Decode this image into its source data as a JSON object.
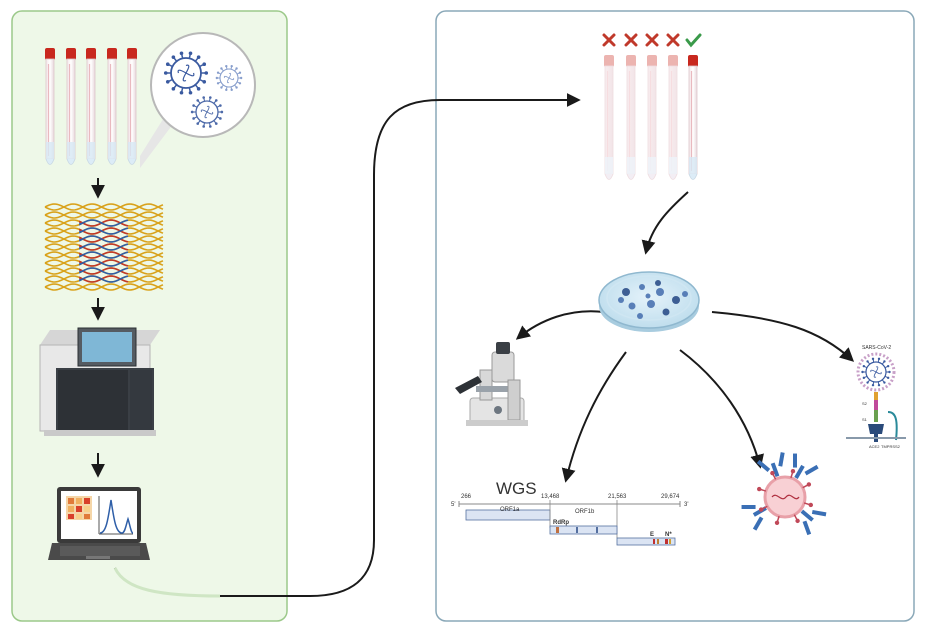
{
  "colors": {
    "left_panel_fill": "#eef8e8",
    "left_panel_stroke": "#9cc98a",
    "right_panel_stroke": "#8aa8b8",
    "cap_red": "#c8281e",
    "dna_gold": "#d9a21b",
    "dna_red": "#c0392b",
    "dna_blue": "#2f5fa8",
    "virus_blue": "#3a5aa0",
    "cross_red": "#c0392b",
    "check_green": "#3a9a4a",
    "antibody_blue": "#3a6fb5",
    "orf_fill": "#dbe4f3"
  },
  "icons": {
    "sample_tubes": "test-tube-icon",
    "virus_zoom": "virus-icon",
    "dna": "dna-strands-icon",
    "sequencer": "sequencer-machine-icon",
    "laptop": "laptop-icon",
    "culture_dish": "petri-dish-icon",
    "microscope": "microscope-icon",
    "neutralization": "antibody-virus-icon",
    "receptor_binding": "ace2-receptor-icon"
  },
  "tube_results": [
    "negative",
    "negative",
    "negative",
    "negative",
    "positive"
  ],
  "genome": {
    "title": "WGS",
    "end5": "5'",
    "end3": "3'",
    "positions": [
      "266",
      "13,468",
      "21,563",
      "29,674"
    ],
    "orf1a": "ORF1a",
    "orf1b": "ORF1b",
    "rdrp": "RdRp",
    "e": "E",
    "n": "N*"
  },
  "receptor": {
    "virus_label": "SARS-CoV-2",
    "s1": "S1",
    "s2": "S2",
    "ace2": "ACE2",
    "tmprss2": "TMPRSS2"
  }
}
